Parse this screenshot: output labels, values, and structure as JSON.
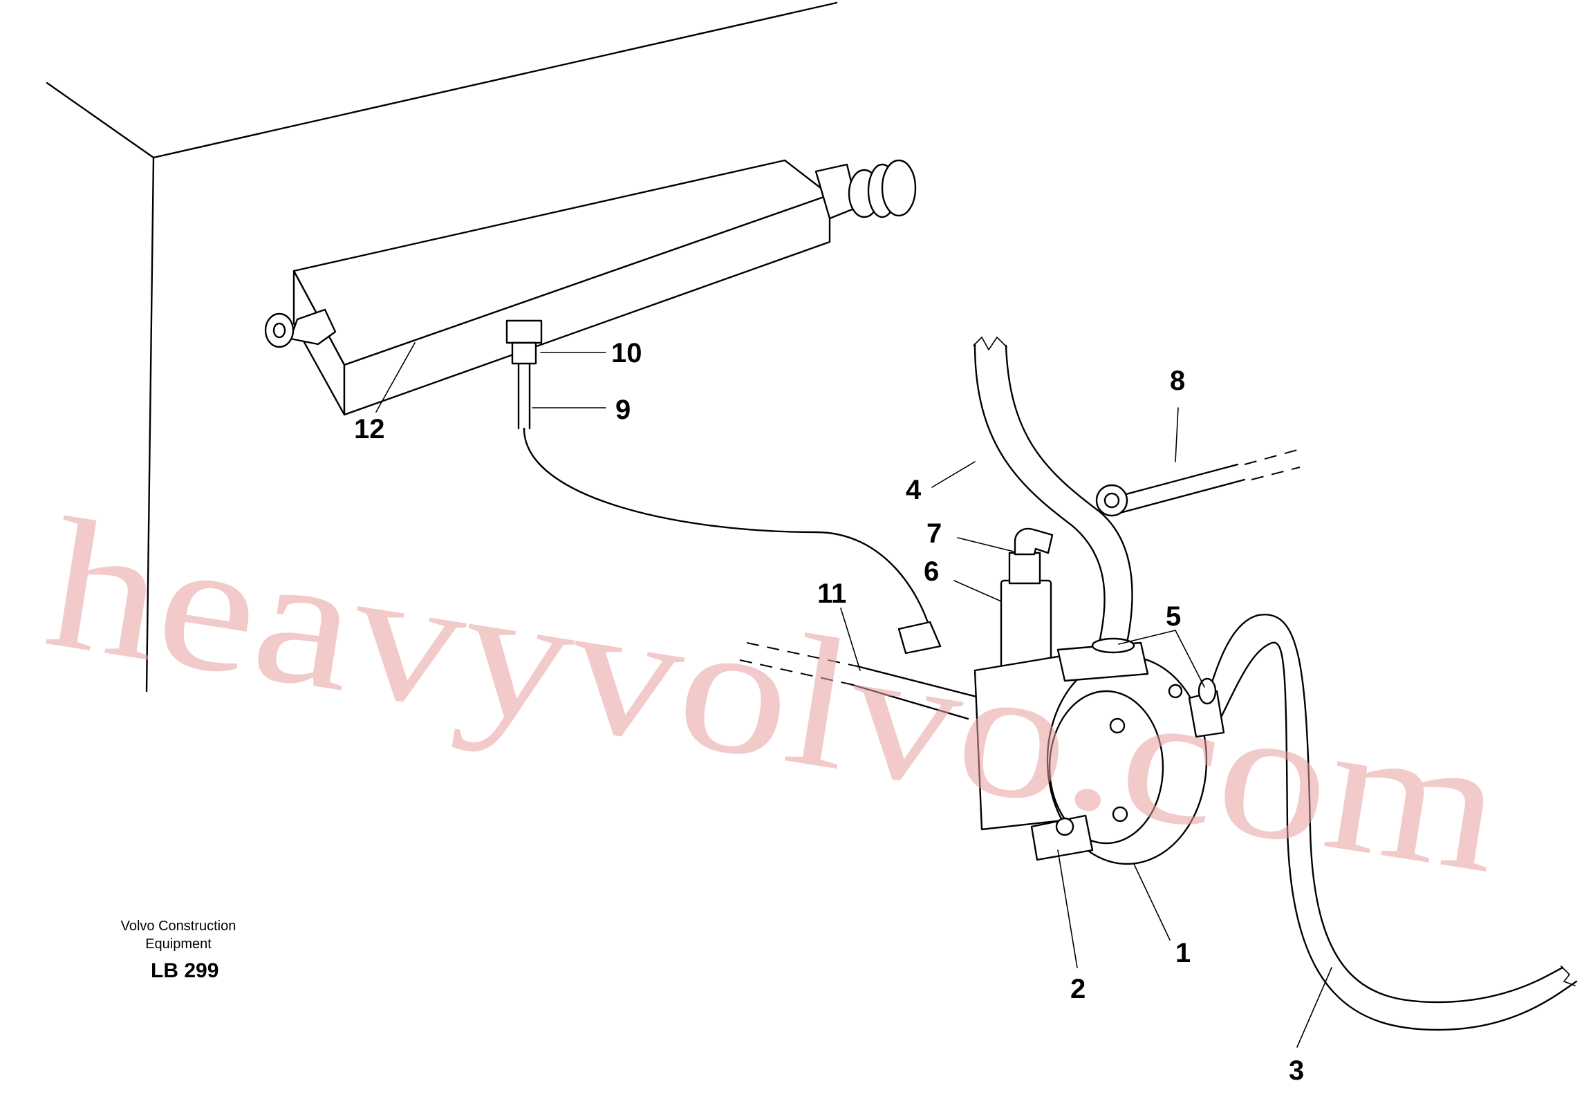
{
  "callouts": {
    "c1": "1",
    "c2": "2",
    "c3": "3",
    "c4": "4",
    "c5": "5",
    "c6": "6",
    "c7": "7",
    "c8": "8",
    "c9": "9",
    "c10": "10",
    "c11": "11",
    "c12": "12"
  },
  "caption": {
    "line1": "Volvo Construction",
    "line2": "Equipment",
    "code": "LB 299"
  },
  "watermark": {
    "text": "heavyvolvo.com",
    "color": "#e8a0a0"
  }
}
